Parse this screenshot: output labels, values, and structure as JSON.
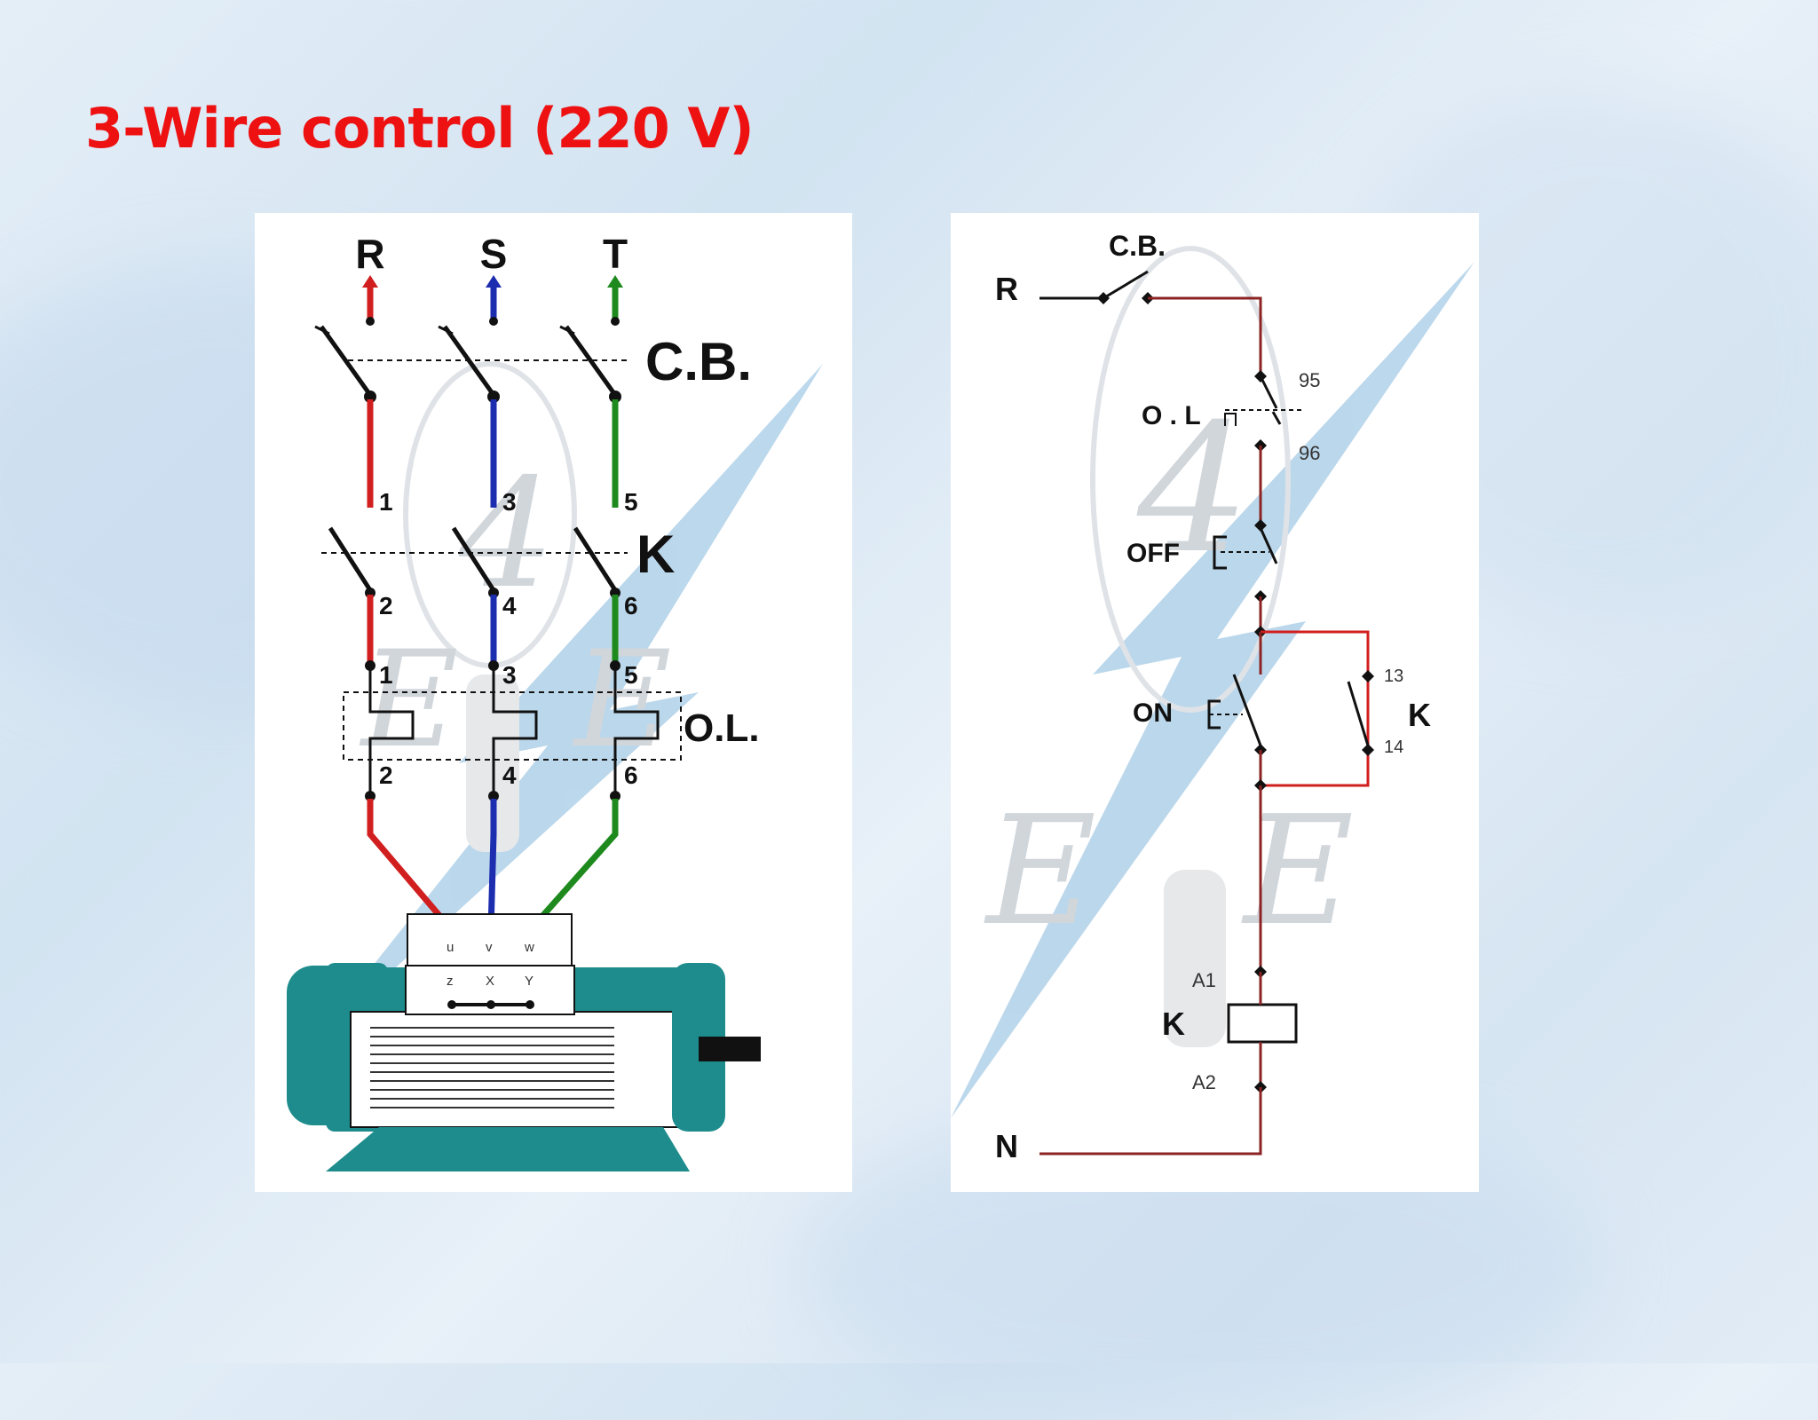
{
  "title": "3-Wire control (220 V)",
  "power_diagram": {
    "phases": [
      "R",
      "S",
      "T"
    ],
    "phase_colors": [
      "#d11f1f",
      "#1c2db0",
      "#1e8a1e"
    ],
    "breaker_label": "C.B.",
    "contactor_label": "K",
    "overload_label": "O.L.",
    "breaker_terminals": [
      "1",
      "3",
      "5"
    ],
    "contactor_terminals": [
      "2",
      "4",
      "6"
    ],
    "overload_in_terminals": [
      "1",
      "3",
      "5"
    ],
    "overload_out_terminals": [
      "2",
      "4",
      "6"
    ],
    "motor_top_terminals": [
      "u",
      "v",
      "w"
    ],
    "motor_bottom_terminals": [
      "z",
      "X",
      "Y"
    ],
    "motor_color": "#1e8c8c"
  },
  "control_diagram": {
    "line_label": "R",
    "neutral_label": "N",
    "breaker_label": "C.B.",
    "overload_label": "O . L",
    "overload_terminals": [
      "95",
      "96"
    ],
    "off_label": "OFF",
    "on_label": "ON",
    "hold_contact_label": "K",
    "hold_contact_terminals": [
      "13",
      "14"
    ],
    "coil_label": "K",
    "coil_terminals": [
      "A1",
      "A2"
    ],
    "wire_color": "#8b2323"
  }
}
